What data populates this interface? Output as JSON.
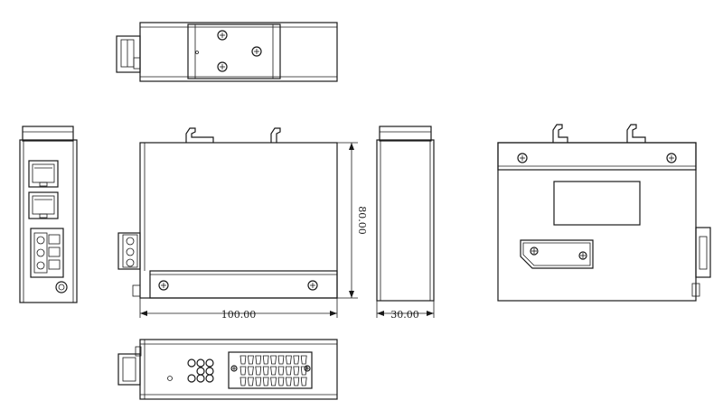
{
  "dimensions": {
    "width_label": "100.00",
    "height_label": "80.00",
    "depth_label": "30.00"
  },
  "colors": {
    "line": "#1a1a1a",
    "background": "#ffffff"
  }
}
